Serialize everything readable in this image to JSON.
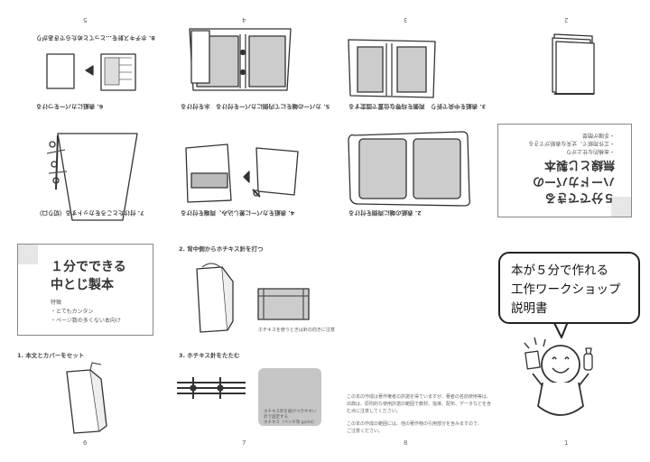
{
  "page_numbers": {
    "top": [
      "5",
      "4",
      "3",
      "2"
    ],
    "bottom": [
      "6",
      "7",
      "8",
      "1"
    ]
  },
  "top_labels": {
    "step8": "8. ホチキス針を…とってとめたらできあがり",
    "step6": "6. 表紙にカバーをつける",
    "step5": "5. カバーの端をにて内側にカバーを付ける　水を付ける",
    "step3": "3. 表紙を中央で折り　両側を均等な位置で固定する",
    "step7": "7. 付けたところをカットする（切り口）",
    "step4": "4. 表紙をカバーに差し込み、両端を付ける",
    "step2": "2. 表紙の端に両側を付ける"
  },
  "top_cover": {
    "title_line1": "５分でできる",
    "title_line2": "ハードカバーの",
    "title_line3": "無線とじ製本",
    "small": [
      "・本格的な仕上がり",
      "・工作用紙で、丈夫な表紙ができる",
      "・手順が簡単"
    ]
  },
  "bottom_cover": {
    "title_line1": "１分でできる",
    "title_line2": "中とじ製本",
    "features_head": "特徴",
    "feature1": "・とてもカンタン",
    "feature2": "・ページ数の多くない本向け"
  },
  "steps": {
    "step2": "2. 背中側からホチキス針を打つ",
    "step1": "1. 本文とカバーをセット",
    "step3": "3. ホチキス針をたたむ"
  },
  "stapler_caption": "ホチキスを使うときは針の向きに注意",
  "graybox_caption": [
    "ホチキス針を紙がつきやすい",
    "針で固定する",
    "ホチキス（ペンチ等 gs/ml）"
  ],
  "notes": [
    "この本の作成は著作権者の許諾を得ていますが、著者の名前使用等は、",
    "出典は、原則的な使用許諾の範囲で教材、指導、配布、データなどを含",
    "む点に注意してください。",
    "",
    "この本の作成の範囲には、他の著作物の引用部分を含みますので、",
    "ご注意ください。"
  ],
  "bubble": {
    "line1": "本が５分で作れる",
    "line2": "工作ワークショップ",
    "line3": "説明書"
  },
  "colors": {
    "accent_gray": "#c6c6c6",
    "band_gray": "#e6e6e6",
    "ink": "#222222"
  }
}
